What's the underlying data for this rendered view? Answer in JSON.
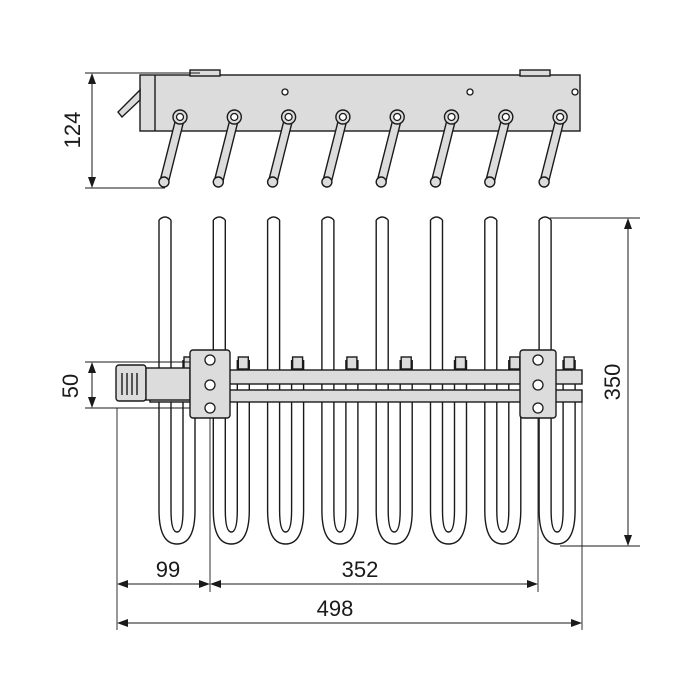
{
  "dimensions": {
    "height_side": "124",
    "height_rail": "50",
    "depth": "350",
    "offset_left": "99",
    "pitch_span": "352",
    "overall_width": "498"
  },
  "hook_count": 8,
  "colors": {
    "line": "#1a1a1a",
    "metal": "#dcdcdc",
    "background": "#ffffff"
  }
}
